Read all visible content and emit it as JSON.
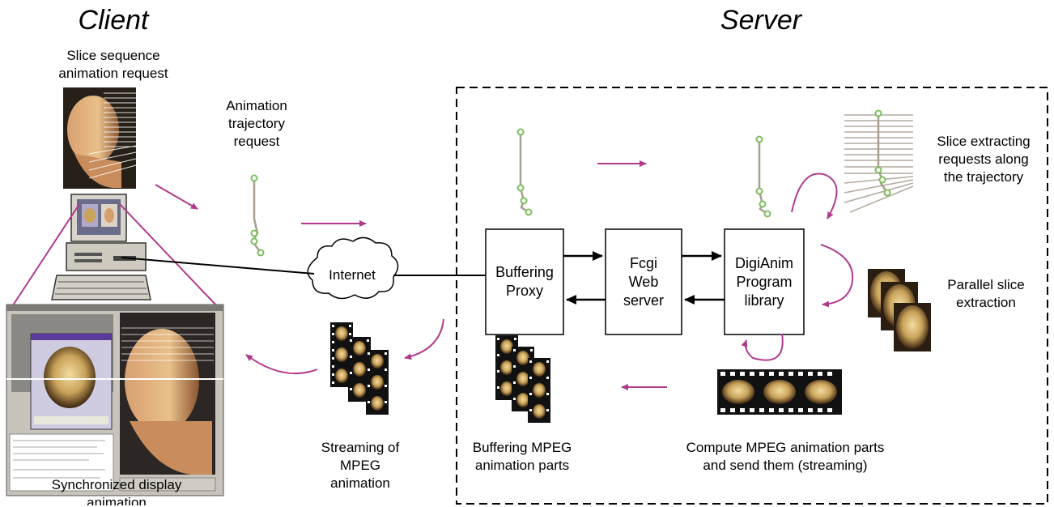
{
  "headings": {
    "client": "Client",
    "server": "Server"
  },
  "client": {
    "request_label": "Slice sequence\nanimation request",
    "trajectory_label": "Animation\ntrajectory\nrequest",
    "display_label": "Synchronized display\nanimation",
    "streaming_label": "Streaming of\nMPEG\nanimation"
  },
  "network": {
    "internet_label": "Internet"
  },
  "server": {
    "proxy_label": "Buffering\nProxy",
    "web_label": "Fcgi\nWeb\nserver",
    "library_label": "DigiAnim\nProgram\nlibrary",
    "slice_requests_label": "Slice extracting\nrequests along\nthe trajectory",
    "parallel_label": "Parallel slice\nextraction",
    "compute_label": "Compute MPEG animation parts\nand send them (streaming)",
    "buffering_label": "Buffering MPEG\nanimation parts"
  },
  "colors": {
    "flow_arrow": "#b03a8c",
    "trajectory_point": "#7cbf5a",
    "trajectory_line": "#a89f92",
    "slice_line": "#b3aaa0"
  }
}
